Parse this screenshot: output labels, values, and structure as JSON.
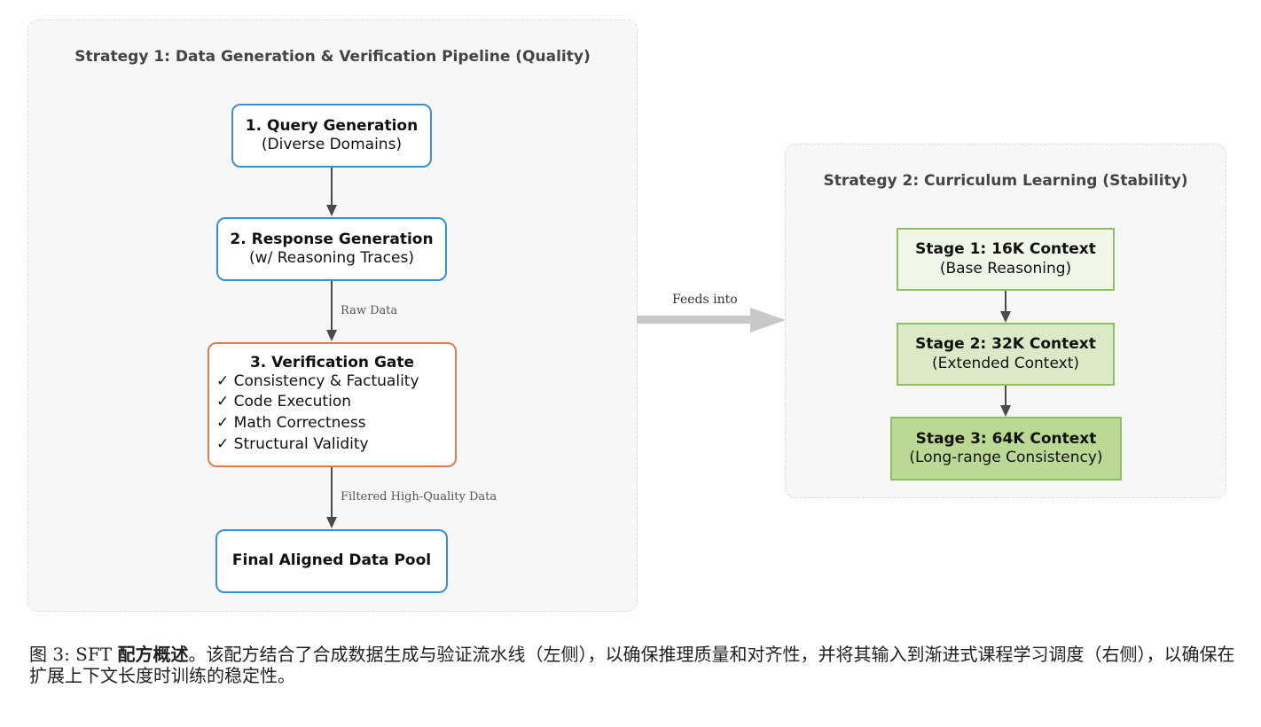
{
  "strategy1": {
    "title": "Strategy 1: Data Generation & Verification Pipeline (Quality)",
    "steps": [
      {
        "title": "1. Query Generation",
        "subtitle": "(Diverse Domains)"
      },
      {
        "title": "2. Response Generation",
        "subtitle": "(w/ Reasoning Traces)"
      },
      {
        "title": "3. Verification Gate",
        "checks": [
          "✓ Consistency & Factuality",
          "✓ Code Execution",
          "✓ Math Correctness",
          "✓ Structural Validity"
        ]
      },
      {
        "title": "Final Aligned Data Pool"
      }
    ],
    "edges": {
      "raw": "Raw Data",
      "filtered": "Filtered High-Quality Data"
    }
  },
  "connector": {
    "label": "Feeds into"
  },
  "strategy2": {
    "title": "Strategy 2: Curriculum Learning (Stability)",
    "stages": [
      {
        "title": "Stage 1: 16K Context",
        "subtitle": "(Base Reasoning)"
      },
      {
        "title": "Stage 2: 32K Context",
        "subtitle": "(Extended Context)"
      },
      {
        "title": "Stage 3: 64K Context",
        "subtitle": "(Long-range Consistency)"
      }
    ]
  },
  "colors": {
    "blue_border": "#3b8fcf",
    "orange_border": "#e07b4a",
    "green_border": "#8cc063",
    "stage1_fill": "#f1f7e8",
    "stage2_fill": "#dbeac6",
    "stage3_fill": "#bcd895",
    "connector_arrow": "#c8c8c8"
  },
  "caption": {
    "prefix": "图 3: SFT ",
    "bold": "配方概述",
    "text": "。该配方结合了合成数据生成与验证流水线（左侧），以确保推理质量和对齐性，并将其输入到渐进式课程学习调度（右侧），以确保在扩展上下文长度时训练的稳定性。"
  }
}
